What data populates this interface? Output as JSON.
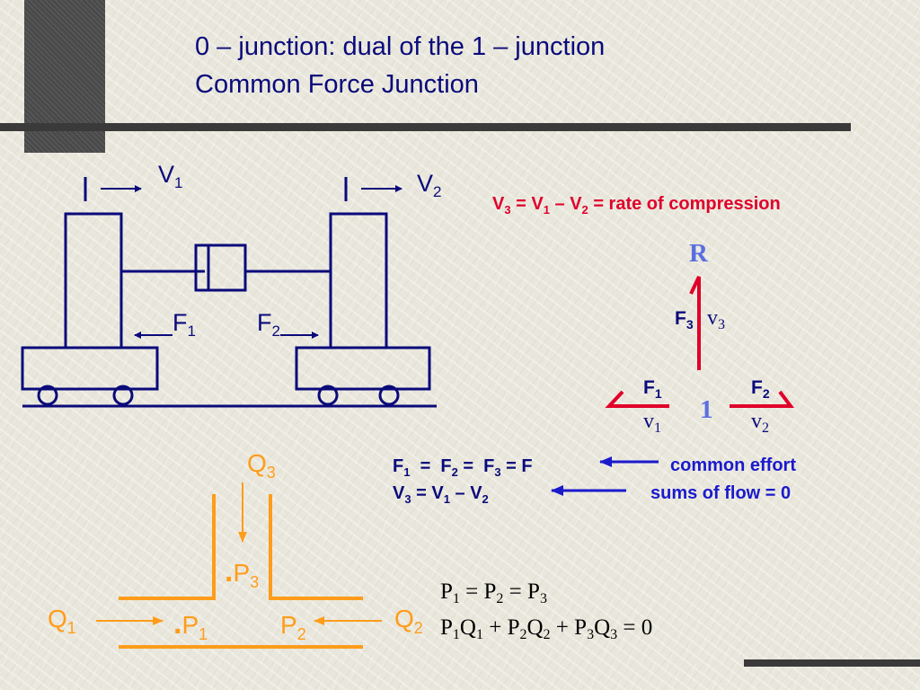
{
  "title": {
    "line1": "0 – junction: dual of the 1 – junction",
    "line2": "Common Force Junction"
  },
  "mechanical": {
    "v1": {
      "base": "V",
      "sub": "1"
    },
    "v2": {
      "base": "V",
      "sub": "2"
    },
    "f1": {
      "base": "F",
      "sub": "1"
    },
    "f2": {
      "base": "F",
      "sub": "2"
    }
  },
  "compression_eq": {
    "parts": [
      {
        "text": "V",
        "sub": "3"
      },
      {
        "text": " = V",
        "sub": "1"
      },
      {
        "text": " – V",
        "sub": "2"
      },
      {
        "text": " = rate of compression"
      }
    ]
  },
  "bond_graph": {
    "r_label": "R",
    "f3": {
      "base": "F",
      "sub": "3"
    },
    "v3": {
      "base": "v",
      "sub": "3"
    },
    "f1": {
      "base": "F",
      "sub": "1"
    },
    "v1": {
      "base": "v",
      "sub": "1"
    },
    "f2": {
      "base": "F",
      "sub": "2"
    },
    "v2": {
      "base": "v",
      "sub": "2"
    },
    "junction": "1"
  },
  "equations": {
    "effort": {
      "parts": [
        {
          "text": "F",
          "sub": "1"
        },
        {
          "text": "  =  F",
          "sub": "2"
        },
        {
          "text": " =  F",
          "sub": "3"
        },
        {
          "text": " = F"
        }
      ]
    },
    "flow": {
      "parts": [
        {
          "text": "V",
          "sub": "3"
        },
        {
          "text": " = V",
          "sub": "1"
        },
        {
          "text": " – V",
          "sub": "2"
        }
      ]
    },
    "effort_note": "common effort",
    "flow_note": "sums of flow = 0"
  },
  "fluid": {
    "q1": {
      "base": "Q",
      "sub": "1"
    },
    "q2": {
      "base": "Q",
      "sub": "2"
    },
    "q3": {
      "base": "Q",
      "sub": "3"
    },
    "p1": {
      "base": "P",
      "sub": "1"
    },
    "p2": {
      "base": "P",
      "sub": "2"
    },
    "p3": {
      "base": "P",
      "sub": "3"
    },
    "bullet": "."
  },
  "formulas": {
    "pressure": {
      "parts": [
        {
          "text": "P",
          "sub": "1"
        },
        {
          "text": " = P",
          "sub": "2"
        },
        {
          "text": " = P",
          "sub": "3"
        }
      ]
    },
    "power": {
      "parts": [
        {
          "text": "P",
          "sub": "1"
        },
        {
          "text": "Q",
          "sub": "1"
        },
        {
          "text": " + P",
          "sub": "2"
        },
        {
          "text": "Q",
          "sub": "2"
        },
        {
          "text": " + P",
          "sub": "3"
        },
        {
          "text": "Q",
          "sub": "3"
        },
        {
          "text": " = 0"
        }
      ]
    }
  },
  "colors": {
    "navy": "#0a0a7a",
    "blue_note": "#1a1acc",
    "red": "#e0002a",
    "orange": "#ff9c1a",
    "bond_r": "#5a6ee0",
    "dark_bar": "#3a3a3a"
  }
}
